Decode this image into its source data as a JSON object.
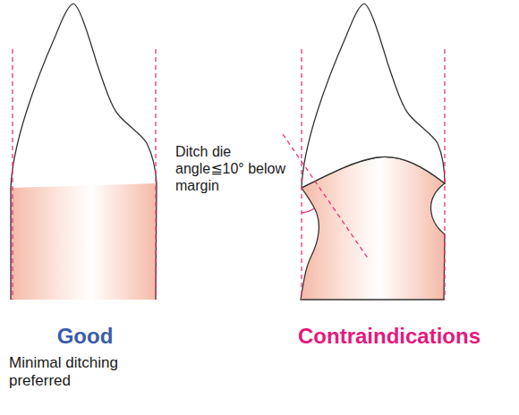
{
  "diagram": {
    "labels": [
      "Ditch die angle≦10° below margin",
      "Good",
      "Minimal ditching preferred",
      "Contraindications"
    ]
  }
}
